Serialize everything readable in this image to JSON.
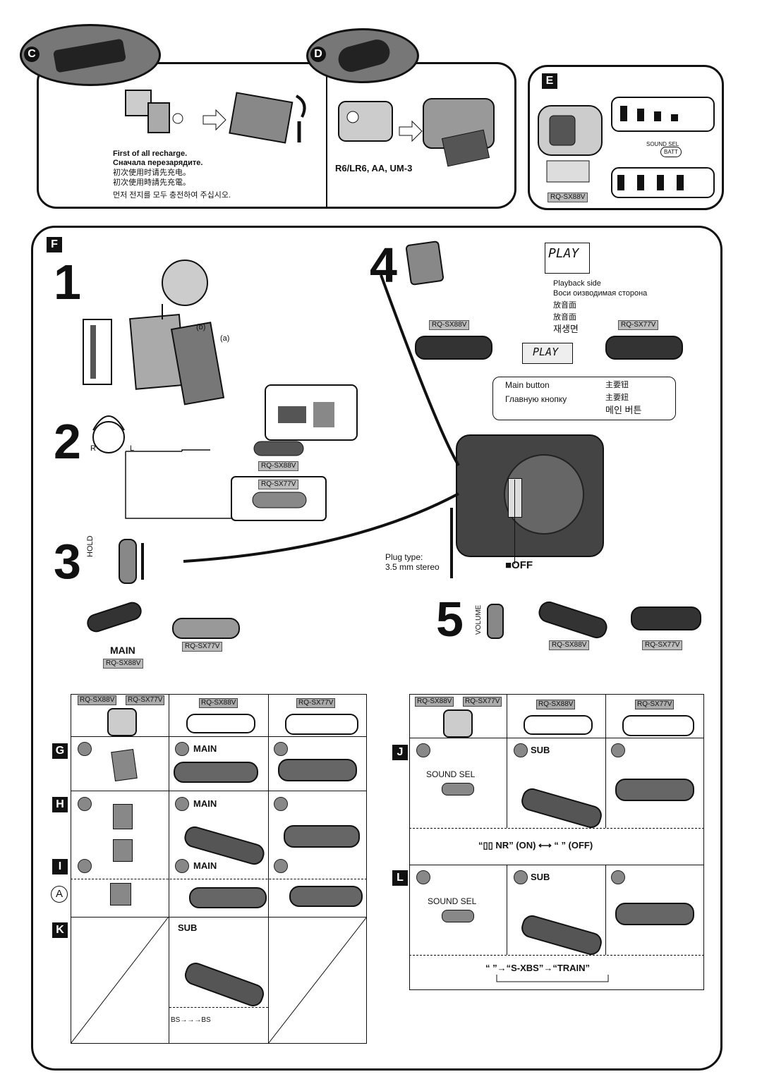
{
  "panels": {
    "c_label": "C",
    "d_label": "D",
    "e_label": "E",
    "f_label": "F"
  },
  "panel_c": {
    "recharge_en": "First of all recharge.",
    "recharge_ru": "Сначала перезарядите.",
    "recharge_zh_s": "初次使用时请先充电。",
    "recharge_zh_t": "初次使用時請先充電。",
    "recharge_ko": "먼저 전지를 모두 충전하여 주십시오."
  },
  "panel_d": {
    "battery_types": "R6/LR6, AA, UM-3"
  },
  "panel_e": {
    "sound_sel": "SOUND SEL",
    "batt": "BATT",
    "model_sx88v": "RQ-SX88V"
  },
  "panel_f": {
    "step1": "1",
    "step2": "2",
    "step3": "3",
    "step4": "4",
    "step5": "5",
    "label_b": "(b)",
    "label_a": "(a)",
    "label_r": "R",
    "label_l": "L",
    "hold": "HOLD",
    "play_display": "PLAY",
    "playback_en": "Playback side",
    "playback_ru": "Воси оизводимая сторона",
    "playback_zh_s": "放音面",
    "playback_zh_t": "放音面",
    "playback_ko": "재생면",
    "model_sx88v": "RQ-SX88V",
    "model_sx77v": "RQ-SX77V",
    "main_button_en": "Main button",
    "main_button_ru": "Главную кнопку",
    "main_button_zh_s": "主要钮",
    "main_button_zh_t": "主要鈕",
    "main_button_ko": "메인 버튼",
    "plug_type": "Plug type:",
    "plug_size": "3.5 mm stereo",
    "off": "■OFF",
    "main": "MAIN",
    "volume": "VOLUME"
  },
  "left_table": {
    "header_models": [
      "RQ-SX88V",
      "RQ-SX77V"
    ],
    "col2_model": "RQ-SX88V",
    "col3_model": "RQ-SX77V",
    "rows": [
      {
        "label": "G",
        "main": "MAIN"
      },
      {
        "label": "H",
        "main": "MAIN"
      },
      {
        "label": "I",
        "main": "MAIN"
      },
      {
        "label": "A",
        "main": ""
      },
      {
        "label": "K",
        "main": "SUB"
      }
    ],
    "bs_sequence": "BS→→→BS"
  },
  "right_table": {
    "header_models": [
      "RQ-SX88V",
      "RQ-SX77V"
    ],
    "col2_model": "RQ-SX88V",
    "col3_model": "RQ-SX77V",
    "j_label": "J",
    "j_sub": "SUB",
    "j_sound_sel": "SOUND SEL",
    "nr_text": "“▯▯ NR” (ON) ⟷ “       ” (OFF)",
    "l_label": "L",
    "l_sub": "SUB",
    "l_sound_sel": "SOUND SEL",
    "xbs_text": "“       ”→“S-XBS”→“TRAIN”"
  }
}
